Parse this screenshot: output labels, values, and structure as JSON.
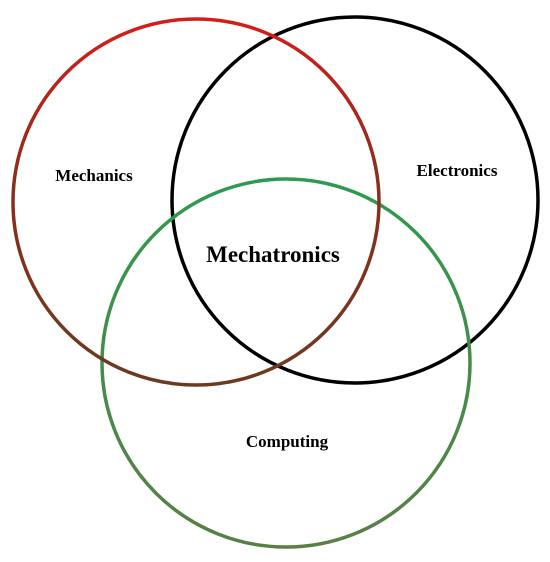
{
  "diagram": {
    "type": "venn",
    "labels": {
      "mechanics": "Mechanics",
      "electronics": "Electronics",
      "computing": "Computing",
      "center": "Mechatronics"
    },
    "colors": {
      "mechanics_start": "#d81b1b",
      "mechanics_end": "#6b3a1f",
      "electronics": "#000000",
      "computing_start": "#2e9a4f",
      "computing_end": "#5a7f45",
      "text": "#000000",
      "background": "#ffffff"
    }
  }
}
